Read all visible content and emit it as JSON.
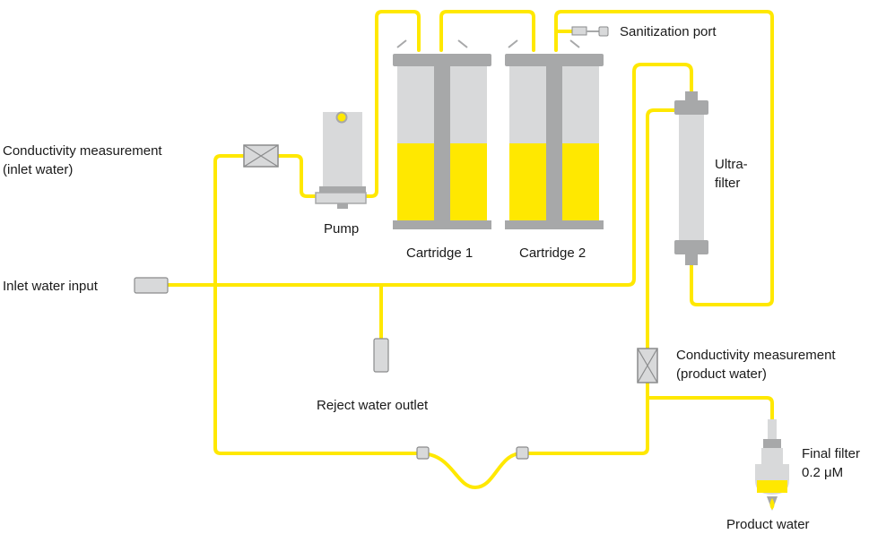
{
  "labels": {
    "conductivity_inlet_1": "Conductivity measurement",
    "conductivity_inlet_2": "(inlet water)",
    "pump": "Pump",
    "cartridge_1": "Cartridge 1",
    "cartridge_2": "Cartridge 2",
    "sanitization_port": "Sanitization port",
    "ultrafilter_1": "Ultra-",
    "ultrafilter_2": "filter",
    "inlet_water_input": "Inlet water input",
    "reject_water_outlet": "Reject water outlet",
    "conductivity_product_1": "Conductivity measurement",
    "conductivity_product_2": "(product water)",
    "final_filter_1": "Final filter",
    "final_filter_2": "0.2 μM",
    "product_water": "Product water"
  },
  "colors": {
    "pipe": "#ffe800",
    "resin": "#ffe800",
    "housing": "#d8d9da",
    "frame": "#a7a8a9",
    "text": "#1a1a1a"
  }
}
